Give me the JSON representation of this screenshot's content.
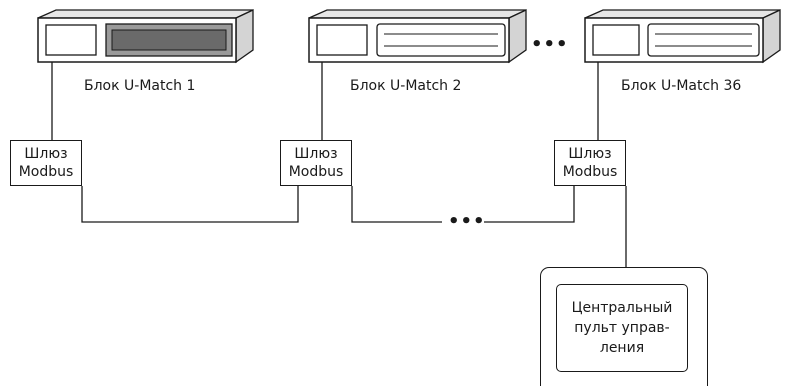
{
  "units": [
    {
      "label": "Блок U-Match 1"
    },
    {
      "label": "Блок U-Match 2"
    },
    {
      "label": "Блок U-Match 36"
    }
  ],
  "gateways": [
    {
      "line1": "Шлюз",
      "line2": "Modbus"
    },
    {
      "line1": "Шлюз",
      "line2": "Modbus"
    },
    {
      "line1": "Шлюз",
      "line2": "Modbus"
    }
  ],
  "ellipsis": "•••",
  "central_panel": {
    "line1": "Центральный",
    "line2": "пульт управ-",
    "line3": "ления"
  },
  "colors": {
    "line": "#1a1a1a",
    "unit_body": "#ffffff",
    "unit_top": "#e6e6e6",
    "unit_vent_dark": "#777777"
  }
}
